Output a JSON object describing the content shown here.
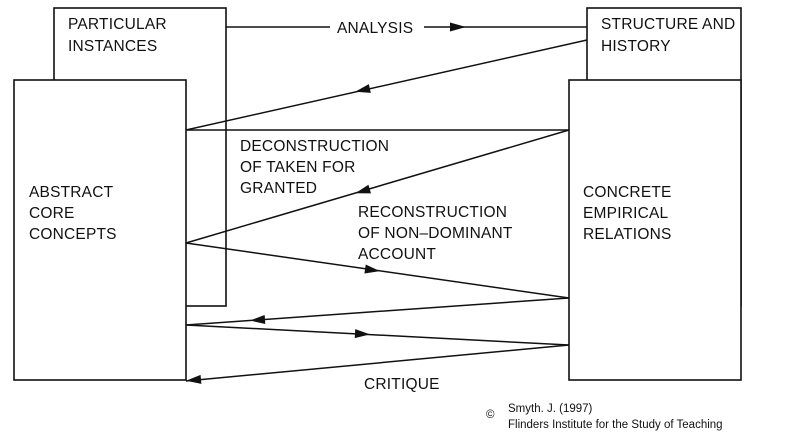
{
  "boxes": {
    "particular_instances": [
      "PARTICULAR",
      "INSTANCES"
    ],
    "structure_history": [
      "STRUCTURE AND",
      "HISTORY"
    ],
    "abstract_core": [
      "ABSTRACT",
      "CORE",
      "CONCEPTS"
    ],
    "concrete_empirical": [
      "CONCRETE",
      "EMPIRICAL",
      "RELATIONS"
    ]
  },
  "labels": {
    "analysis": "ANALYSIS",
    "deconstruction": [
      "DECONSTRUCTION",
      "OF TAKEN FOR",
      "GRANTED"
    ],
    "reconstruction": [
      "RECONSTRUCTION",
      "OF NON–DOMINANT",
      "ACCOUNT"
    ],
    "critique": "CRITIQUE"
  },
  "credit": {
    "symbol": "©",
    "line1": "Smyth. J. (1997)",
    "line2": "Flinders Institute for the Study of Teaching"
  }
}
